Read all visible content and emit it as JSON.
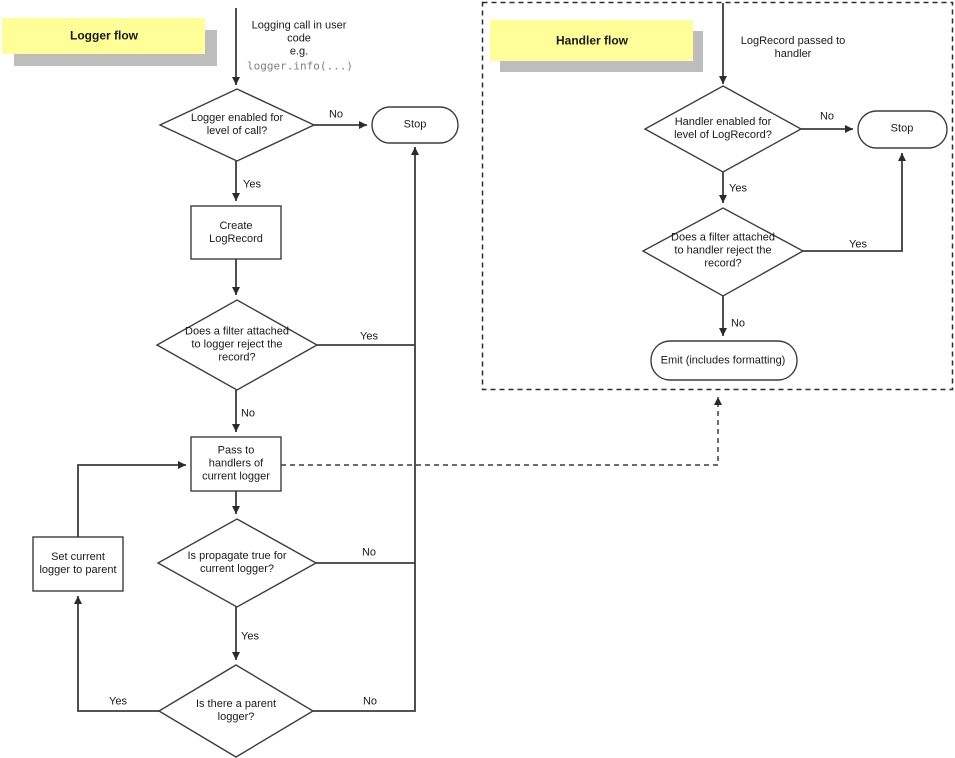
{
  "logger_flow": {
    "title": "Logger flow",
    "start_note": "Logging call in user\ncode\ne.g.",
    "start_code": "logger.info(...)",
    "nodes": {
      "enabled_check": "Logger enabled for\nlevel of call?",
      "stop": "Stop",
      "create_record": "Create\nLogRecord",
      "filter_check": "Does a filter attached\nto logger reject the\nrecord?",
      "pass_handlers": "Pass to\nhandlers of\ncurrent logger",
      "propagate_check": "Is propagate true for\ncurrent logger?",
      "parent_check": "Is there a parent\nlogger?",
      "set_parent": "Set current\nlogger to parent"
    },
    "edges": {
      "enabled_no": "No",
      "enabled_yes": "Yes",
      "filter_yes": "Yes",
      "filter_no": "No",
      "propagate_no": "No",
      "propagate_yes": "Yes",
      "parent_yes": "Yes",
      "parent_no": "No"
    }
  },
  "handler_flow": {
    "title": "Handler flow",
    "start_note": "LogRecord passed to\nhandler",
    "nodes": {
      "enabled_check": "Handler enabled for\nlevel of LogRecord?",
      "stop": "Stop",
      "filter_check": "Does a filter attached\nto handler reject the\nrecord?",
      "emit": "Emit (includes formatting)"
    },
    "edges": {
      "enabled_no": "No",
      "enabled_yes": "Yes",
      "filter_yes": "Yes",
      "filter_no": "No"
    }
  },
  "colors": {
    "banner_bg": "#ffff99",
    "banner_shadow": "#bdbdbd",
    "line": "#3d3d3d",
    "code_text": "#808080"
  }
}
